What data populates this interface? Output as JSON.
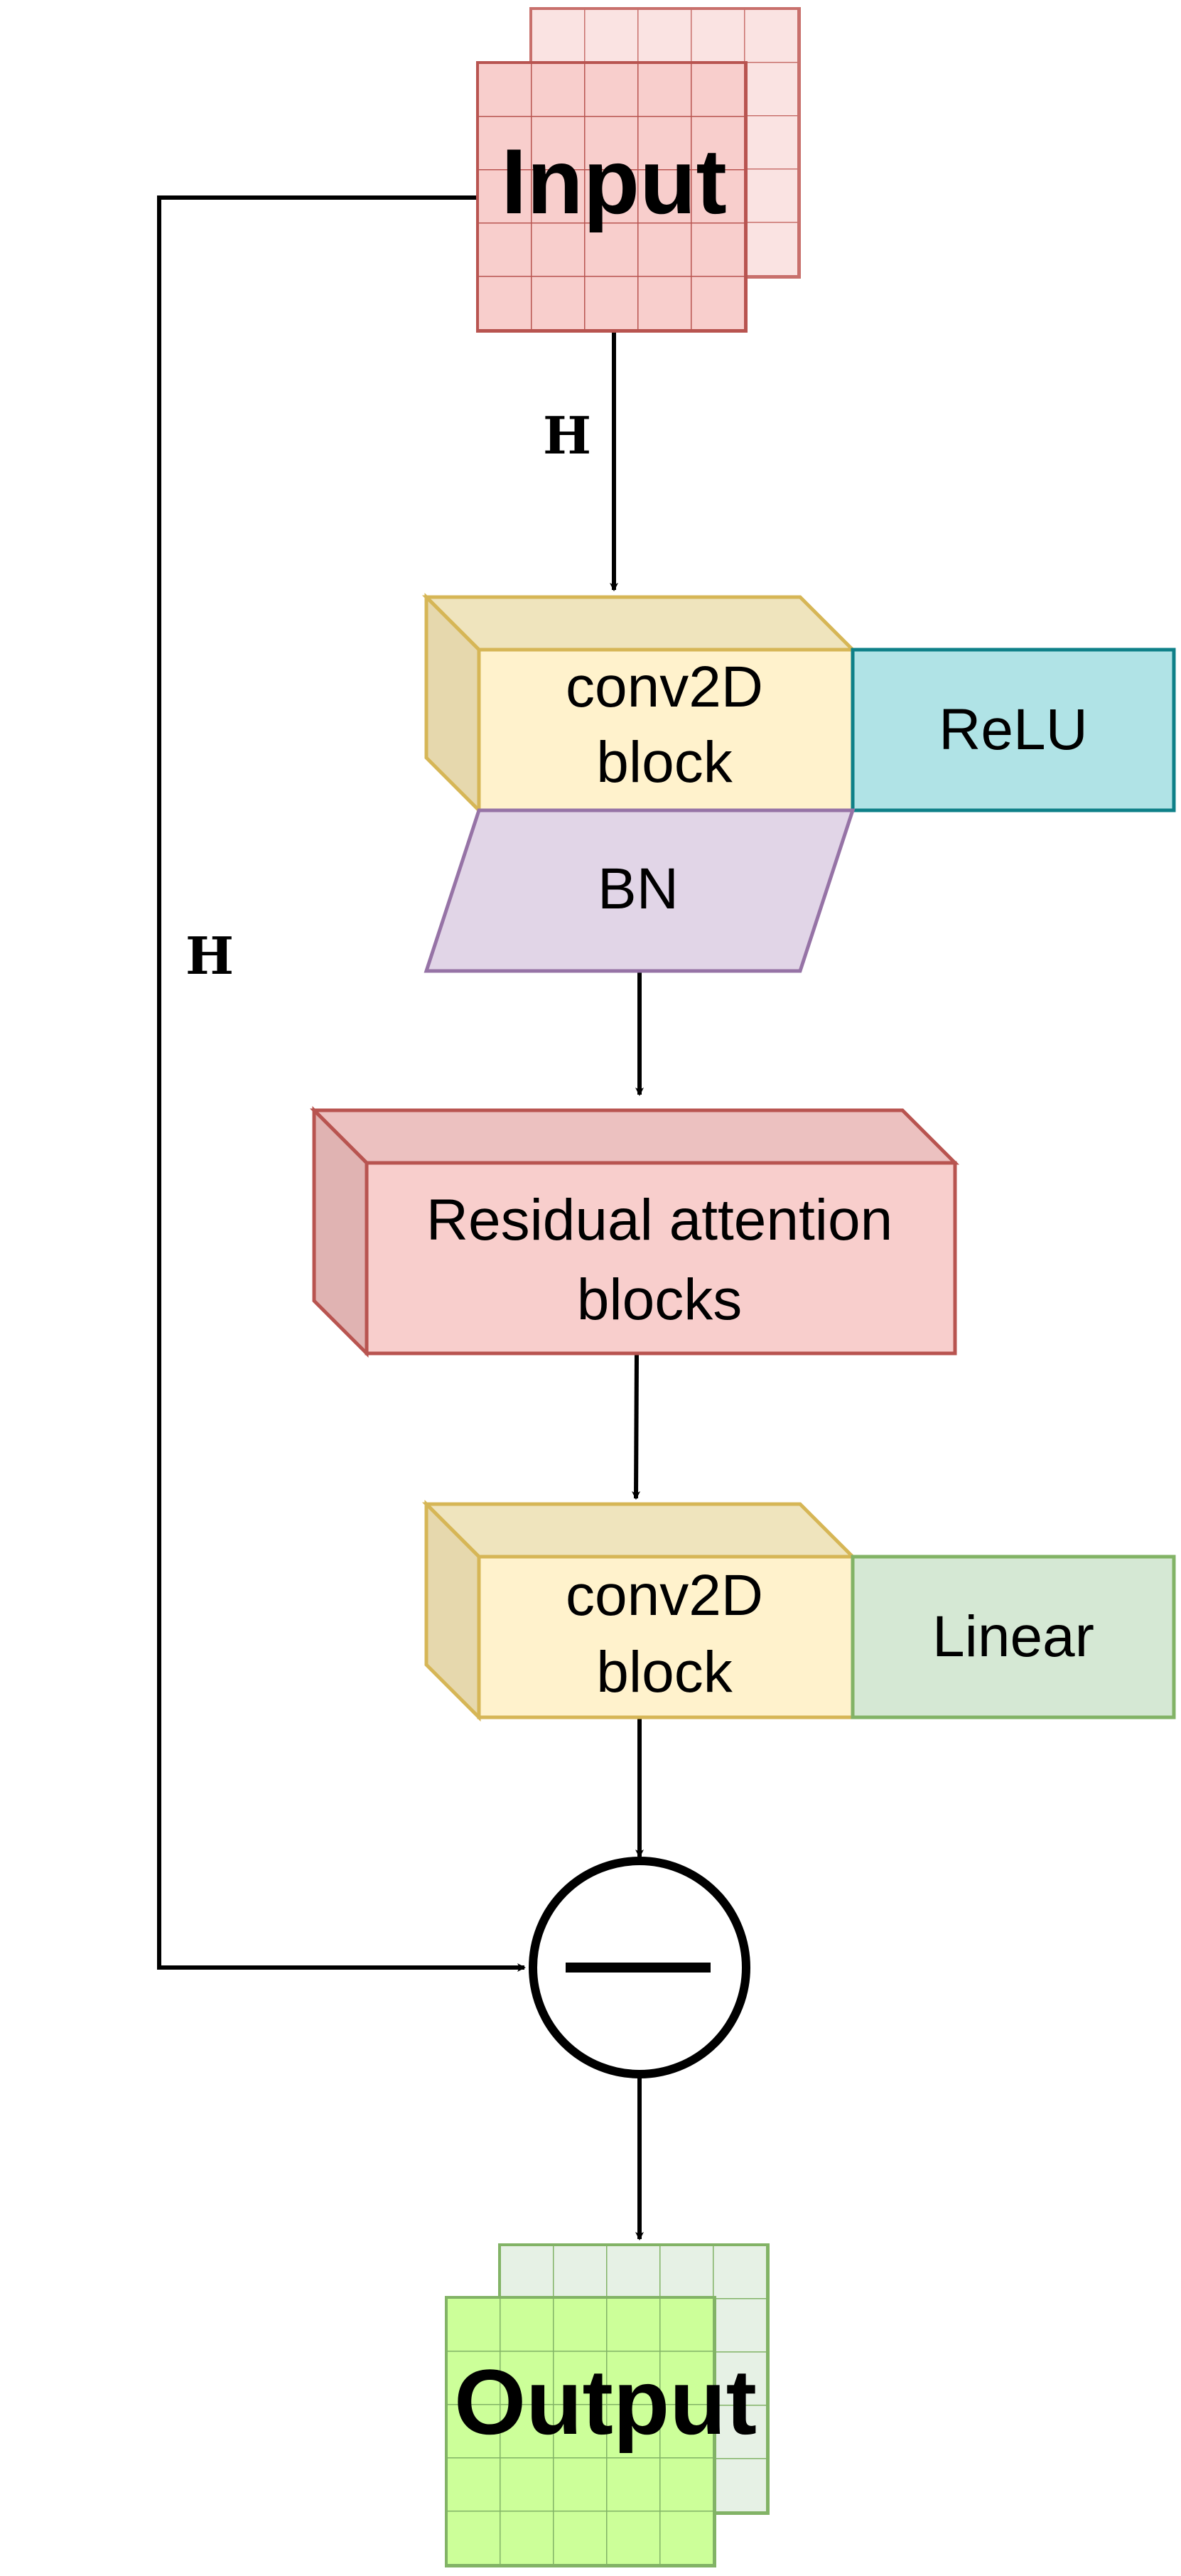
{
  "nodes": {
    "input": {
      "label": "Input"
    },
    "conv_block_1": {
      "label_line1": "conv2D",
      "label_line2": "block"
    },
    "relu": {
      "label": "ReLU"
    },
    "bn": {
      "label": "BN"
    },
    "residual": {
      "label_line1": "Residual attention",
      "label_line2": "blocks"
    },
    "conv_block_2": {
      "label_line1": "conv2D",
      "label_line2": "block"
    },
    "linear": {
      "label": "Linear"
    },
    "subtract": {
      "symbol": "minus"
    },
    "output": {
      "label": "Output"
    }
  },
  "edges": {
    "input_to_conv": {
      "label": "H"
    },
    "skip_to_subtract": {
      "label": "H"
    }
  },
  "colors": {
    "input_fill": "#f8cecc",
    "input_stroke": "#b85450",
    "conv_fill": "#fff2cc",
    "conv_stroke": "#d6b656",
    "relu_fill": "#b0e3e6",
    "relu_stroke": "#0e8088",
    "bn_fill": "#e1d5e7",
    "bn_stroke": "#9673a6",
    "residual_fill": "#f8cecc",
    "residual_stroke": "#b85450",
    "linear_fill": "#d5e8d4",
    "linear_stroke": "#82b366",
    "output_fill": "#ccff99",
    "output_stroke": "#82b366"
  }
}
